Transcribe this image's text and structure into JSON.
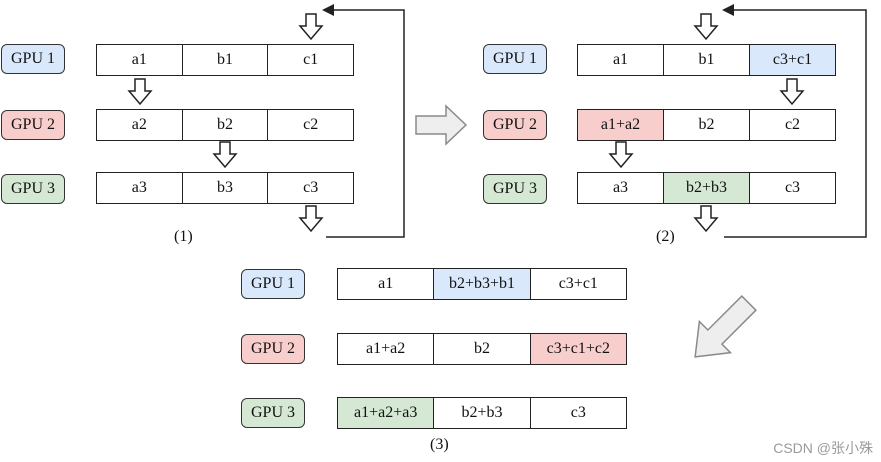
{
  "colors": {
    "blue": "#dae8fc",
    "red": "#f8cecc",
    "green": "#d5e8d4",
    "white": "#ffffff"
  },
  "panel1": {
    "caption": "(1)",
    "rows": [
      {
        "gpu": "GPU 1",
        "gpu_color": "blue",
        "cells": [
          {
            "text": "a1",
            "color": "white"
          },
          {
            "text": "b1",
            "color": "white"
          },
          {
            "text": "c1",
            "color": "white"
          }
        ]
      },
      {
        "gpu": "GPU 2",
        "gpu_color": "red",
        "cells": [
          {
            "text": "a2",
            "color": "white"
          },
          {
            "text": "b2",
            "color": "white"
          },
          {
            "text": "c2",
            "color": "white"
          }
        ]
      },
      {
        "gpu": "GPU 3",
        "gpu_color": "green",
        "cells": [
          {
            "text": "a3",
            "color": "white"
          },
          {
            "text": "b3",
            "color": "white"
          },
          {
            "text": "c3",
            "color": "white"
          }
        ]
      }
    ]
  },
  "panel2": {
    "caption": "(2)",
    "rows": [
      {
        "gpu": "GPU 1",
        "gpu_color": "blue",
        "cells": [
          {
            "text": "a1",
            "color": "white"
          },
          {
            "text": "b1",
            "color": "white"
          },
          {
            "text": "c3+c1",
            "color": "blue"
          }
        ]
      },
      {
        "gpu": "GPU 2",
        "gpu_color": "red",
        "cells": [
          {
            "text": "a1+a2",
            "color": "red"
          },
          {
            "text": "b2",
            "color": "white"
          },
          {
            "text": "c2",
            "color": "white"
          }
        ]
      },
      {
        "gpu": "GPU 3",
        "gpu_color": "green",
        "cells": [
          {
            "text": "a3",
            "color": "white"
          },
          {
            "text": "b2+b3",
            "color": "green"
          },
          {
            "text": "c3",
            "color": "white"
          }
        ]
      }
    ]
  },
  "panel3": {
    "caption": "(3)",
    "rows": [
      {
        "gpu": "GPU 1",
        "gpu_color": "blue",
        "cells": [
          {
            "text": "a1",
            "color": "white"
          },
          {
            "text": "b2+b3+b1",
            "color": "blue"
          },
          {
            "text": "c3+c1",
            "color": "white"
          }
        ]
      },
      {
        "gpu": "GPU 2",
        "gpu_color": "red",
        "cells": [
          {
            "text": "a1+a2",
            "color": "white"
          },
          {
            "text": "b2",
            "color": "white"
          },
          {
            "text": "c3+c1+c2",
            "color": "red"
          }
        ]
      },
      {
        "gpu": "GPU 3",
        "gpu_color": "green",
        "cells": [
          {
            "text": "a1+a2+a3",
            "color": "green"
          },
          {
            "text": "b2+b3",
            "color": "white"
          },
          {
            "text": "c3",
            "color": "white"
          }
        ]
      }
    ]
  },
  "watermark": "CSDN @张小殊"
}
